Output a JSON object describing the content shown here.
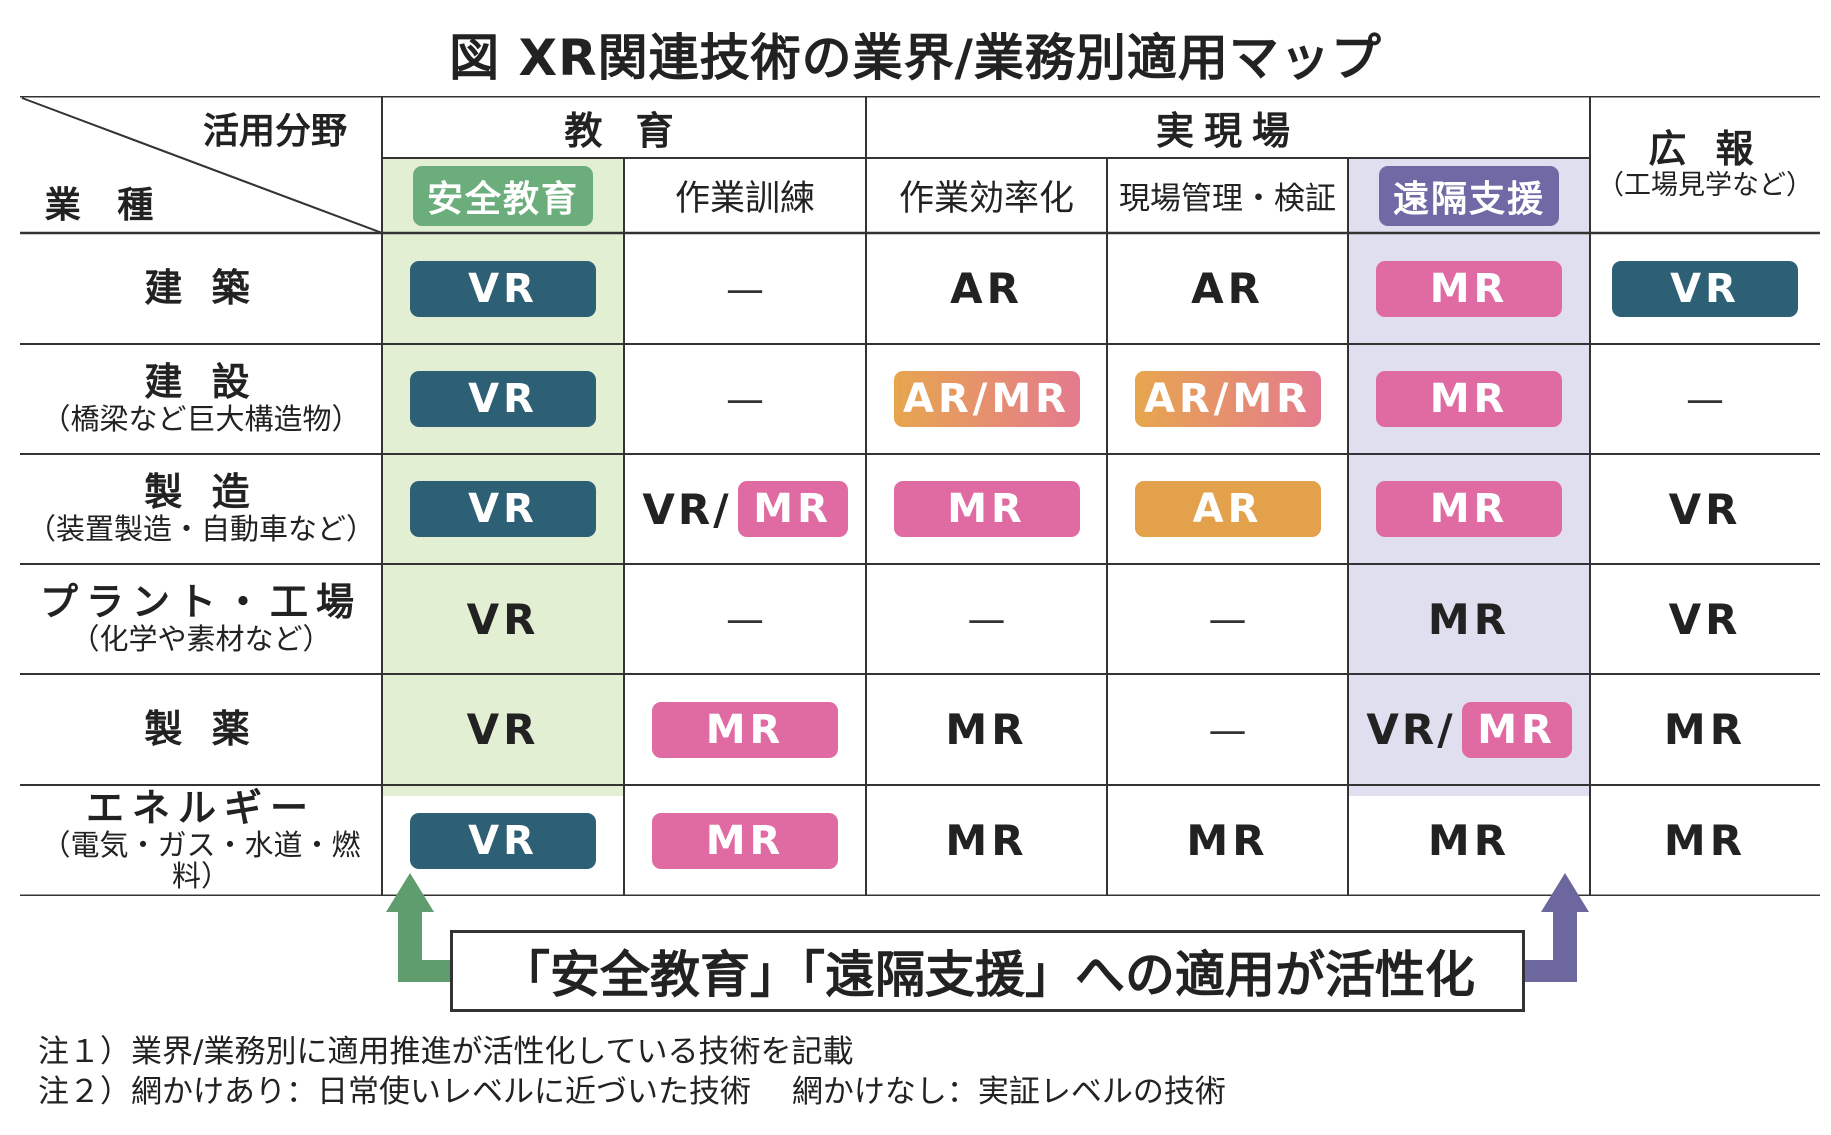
{
  "title": "図 XR関連技術の業界/業務別適用マップ",
  "header": {
    "corner_top": "活用分野",
    "corner_bottom": "業 種",
    "group_education": "教 育",
    "group_field": "実現場",
    "group_pr_main": "広 報",
    "group_pr_sub": "（工場見学など）",
    "col_safety": "安全教育",
    "col_training": "作業訓練",
    "col_efficiency": "作業効率化",
    "col_management": "現場管理・検証",
    "col_remote": "遠隔支援"
  },
  "rows": [
    {
      "main": "建 築",
      "sub": "",
      "cells": [
        [
          "pill",
          "VR"
        ],
        [
          "dash",
          "—"
        ],
        [
          "plain",
          "AR"
        ],
        [
          "plain",
          "AR"
        ],
        [
          "pill",
          "MR"
        ],
        [
          "pill",
          "VR"
        ]
      ]
    },
    {
      "main": "建 設",
      "sub": "（橋梁など巨大構造物）",
      "cells": [
        [
          "pill",
          "VR"
        ],
        [
          "dash",
          "—"
        ],
        [
          "pill",
          "AR/MR"
        ],
        [
          "pill",
          "AR/MR"
        ],
        [
          "pill",
          "MR"
        ],
        [
          "dash",
          "—"
        ]
      ]
    },
    {
      "main": "製 造",
      "sub": "（装置製造・自動車など）",
      "cells": [
        [
          "pill",
          "VR"
        ],
        [
          "combo",
          "VR/",
          "MR"
        ],
        [
          "pill",
          "MR"
        ],
        [
          "pill",
          "AR"
        ],
        [
          "pill",
          "MR"
        ],
        [
          "plain",
          "VR"
        ]
      ]
    },
    {
      "main": "プラント・工場",
      "sub": "（化学や素材など）",
      "cells": [
        [
          "plain",
          "VR"
        ],
        [
          "dash",
          "—"
        ],
        [
          "dash",
          "—"
        ],
        [
          "dash",
          "—"
        ],
        [
          "plain",
          "MR"
        ],
        [
          "plain",
          "VR"
        ]
      ]
    },
    {
      "main": "製 薬",
      "sub": "",
      "cells": [
        [
          "plain",
          "VR"
        ],
        [
          "pill",
          "MR"
        ],
        [
          "plain",
          "MR"
        ],
        [
          "dash",
          "—"
        ],
        [
          "combo",
          "VR/",
          "MR"
        ],
        [
          "plain",
          "MR"
        ]
      ]
    },
    {
      "main": "エネルギー",
      "sub": "（電気・ガス・水道・燃料）",
      "cells": [
        [
          "pill",
          "VR"
        ],
        [
          "pill",
          "MR"
        ],
        [
          "plain",
          "MR"
        ],
        [
          "plain",
          "MR"
        ],
        [
          "plain",
          "MR"
        ],
        [
          "plain",
          "MR"
        ]
      ]
    }
  ],
  "callout": "「安全教育」「遠隔支援」への適用が活性化",
  "notes": [
    "注１）業界/業務別に適用推進が活性化している技術を記載",
    "注２）網かけあり：日常使いレベルに近づいた技術　 網かけなし：実証レベルの技術"
  ],
  "colors": {
    "vr": "#2e6075",
    "mr": "#e06aa2",
    "ar": "#e3a14c",
    "safety_bg": "#e3efd3",
    "remote_bg": "#e0dfef",
    "safety_arrow": "#5f9d6e",
    "remote_arrow": "#6c689f"
  }
}
